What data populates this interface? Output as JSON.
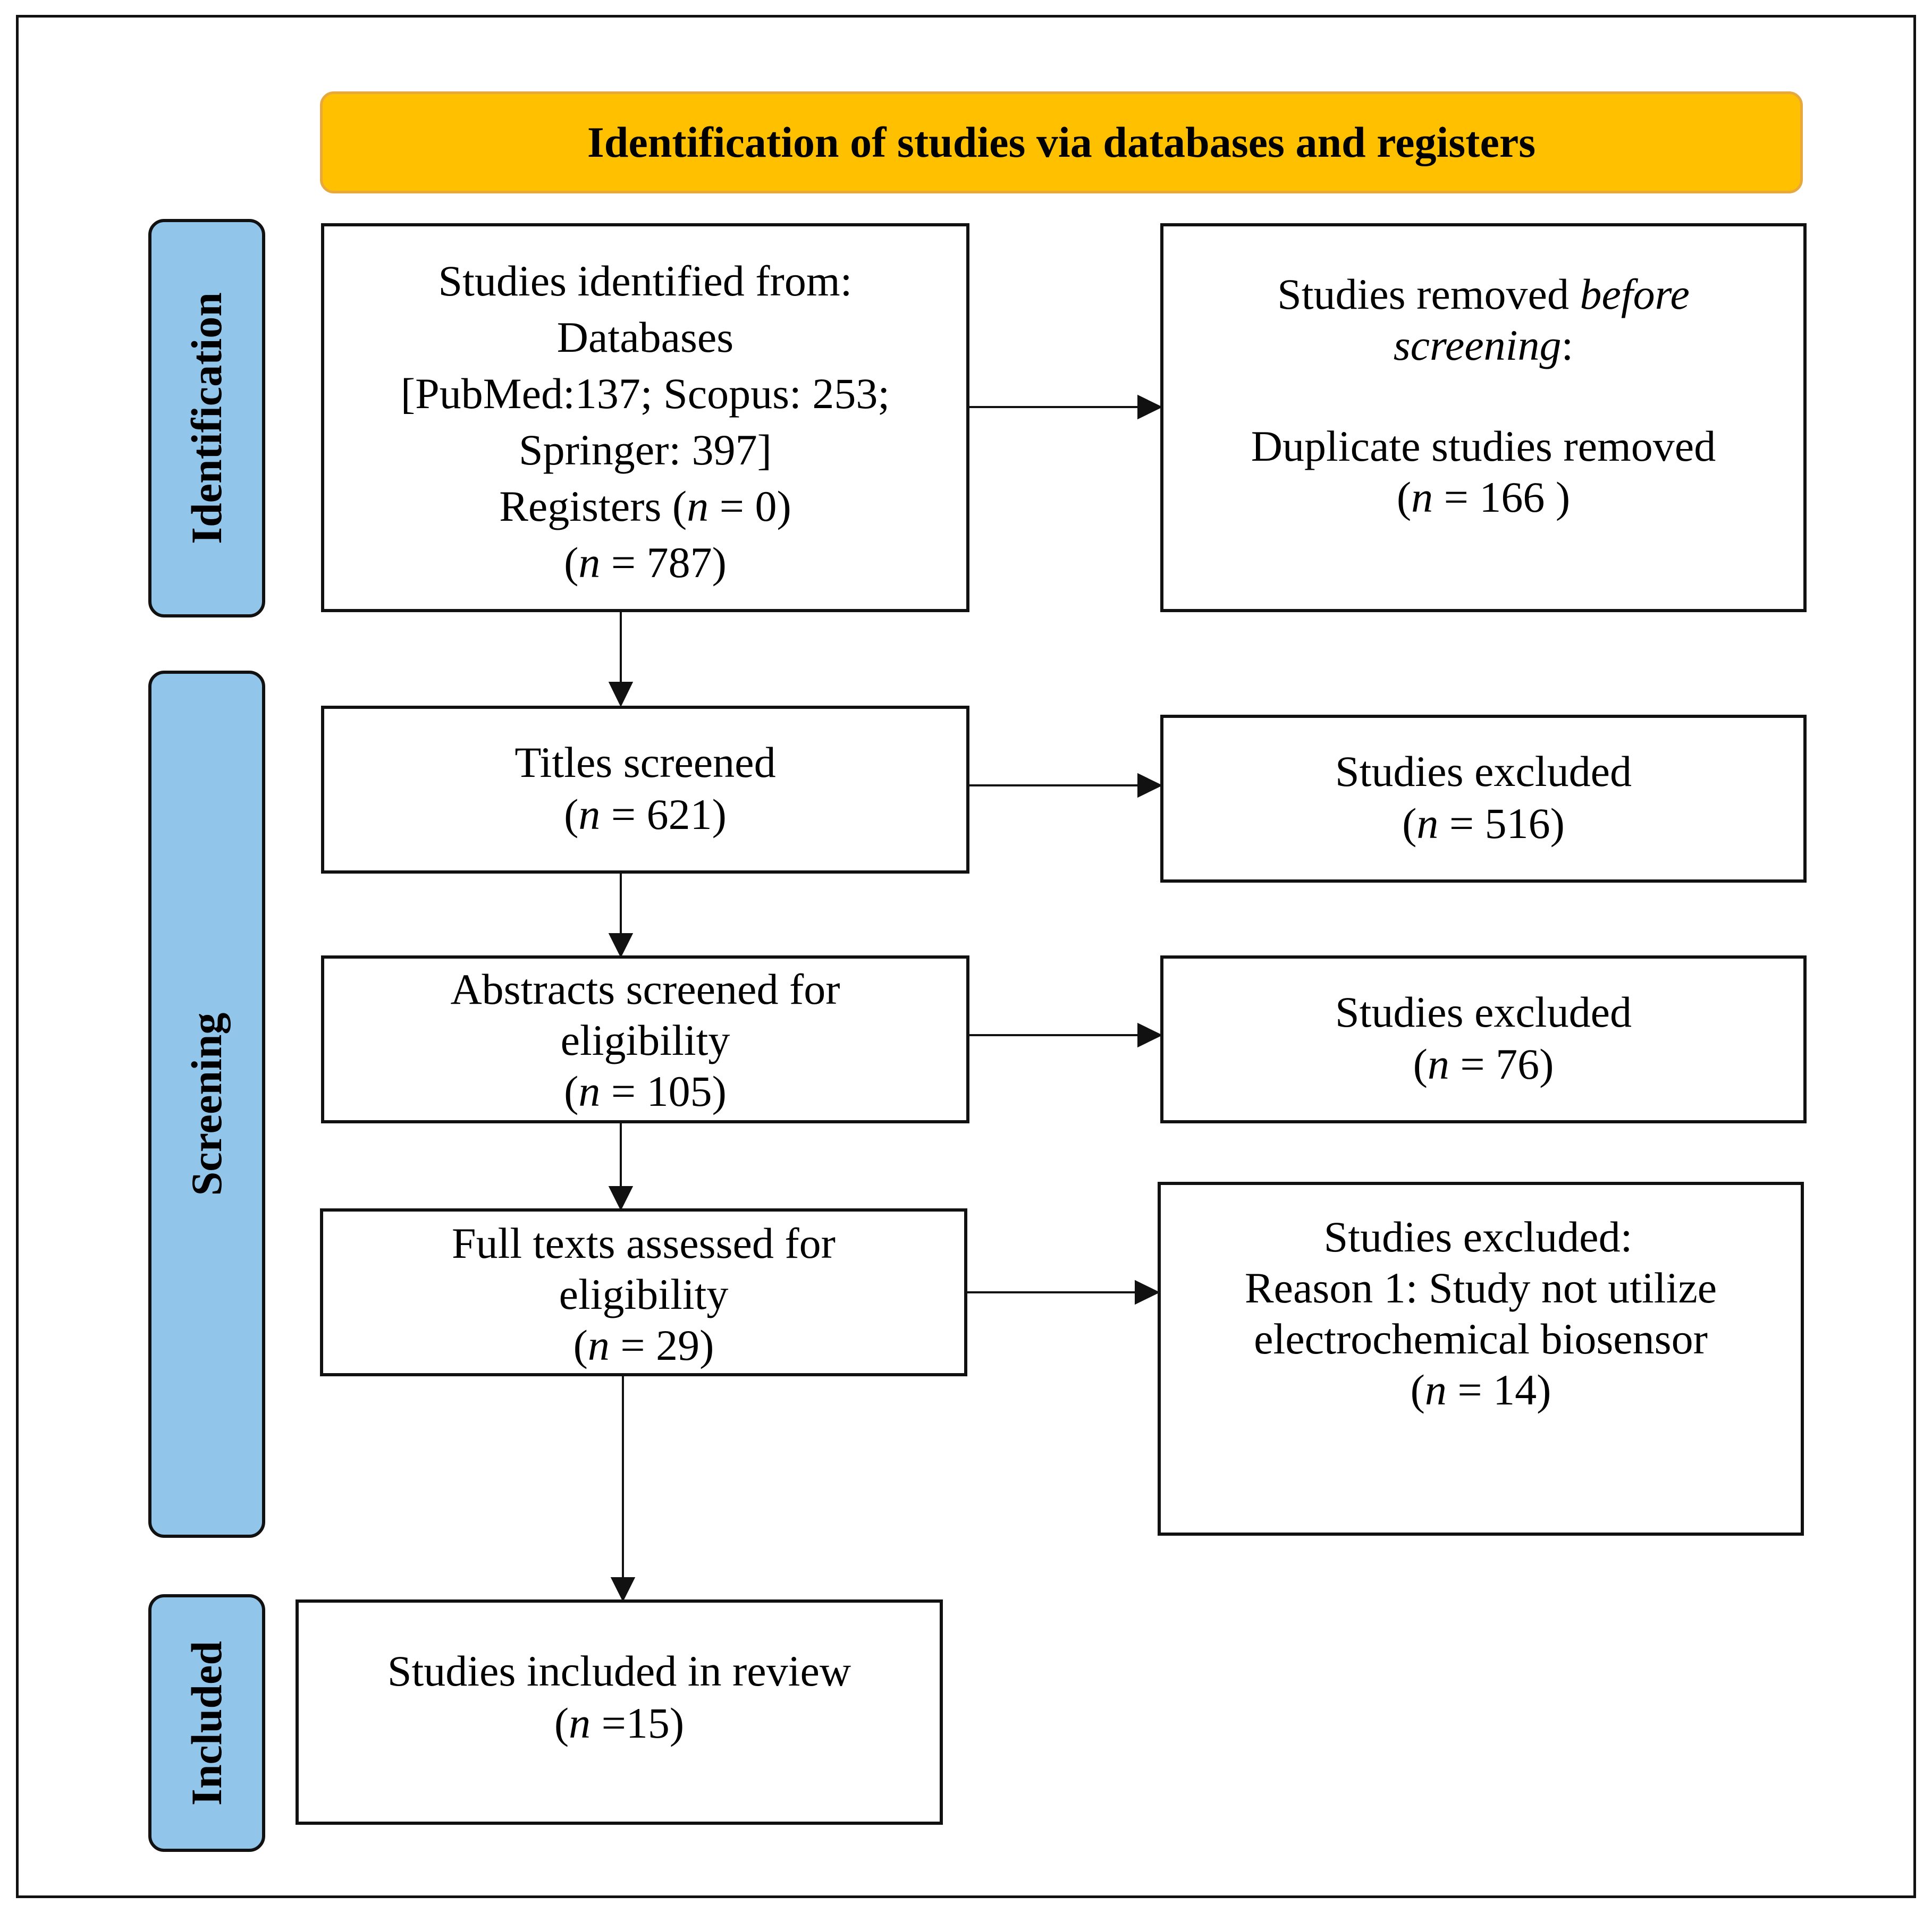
{
  "header": {
    "title": "Identification of studies via databases and registers",
    "color": "#ffc000"
  },
  "stages": {
    "identification": "Identification",
    "screening": "Screening",
    "included": "Included",
    "color": "#92c5ea"
  },
  "boxes": {
    "identified": {
      "line1": "Studies identified from:",
      "line2": "Databases",
      "line3": "[PubMed:137; Scopus: 253;",
      "line4": "Springer: 397]",
      "line5_pre": "Registers (",
      "line5_n": "n",
      "line5_post": " = 0)",
      "line6_pre": "(",
      "line6_n": "n",
      "line6_post": " = 787)"
    },
    "removed": {
      "line1_pre": "Studies removed ",
      "line1_em": "before",
      "line2_em": "screening",
      "line2_post": ":",
      "line3": "Duplicate studies removed",
      "line4_pre": "(",
      "line4_n": "n",
      "line4_post": " = 166 )"
    },
    "titles": {
      "line1": "Titles screened",
      "line2_pre": "(",
      "line2_n": "n",
      "line2_post": " = 621)"
    },
    "excluded_titles": {
      "line1": "Studies excluded",
      "line2_pre": "(",
      "line2_n": "n",
      "line2_post": " = 516)"
    },
    "abstracts": {
      "line1": "Abstracts screened for",
      "line2": "eligibility",
      "line3_pre": "(",
      "line3_n": "n",
      "line3_post": " = 105)"
    },
    "excluded_abstracts": {
      "line1": "Studies excluded",
      "line2_pre": "(",
      "line2_n": "n",
      "line2_post": " = 76)"
    },
    "fulltexts": {
      "line1": "Full texts assessed for",
      "line2": "eligibility",
      "line3_pre": "(",
      "line3_n": "n",
      "line3_post": " = 29)"
    },
    "excluded_fulltexts": {
      "line1": "Studies excluded:",
      "line2": "Reason 1: Study not utilize",
      "line3": "electrochemical biosensor",
      "line4_pre": "(",
      "line4_n": "n",
      "line4_post": " = 14)"
    },
    "included": {
      "line1": "Studies included in review",
      "line2_pre": "(",
      "line2_n": "n",
      "line2_post": " =15)"
    }
  }
}
